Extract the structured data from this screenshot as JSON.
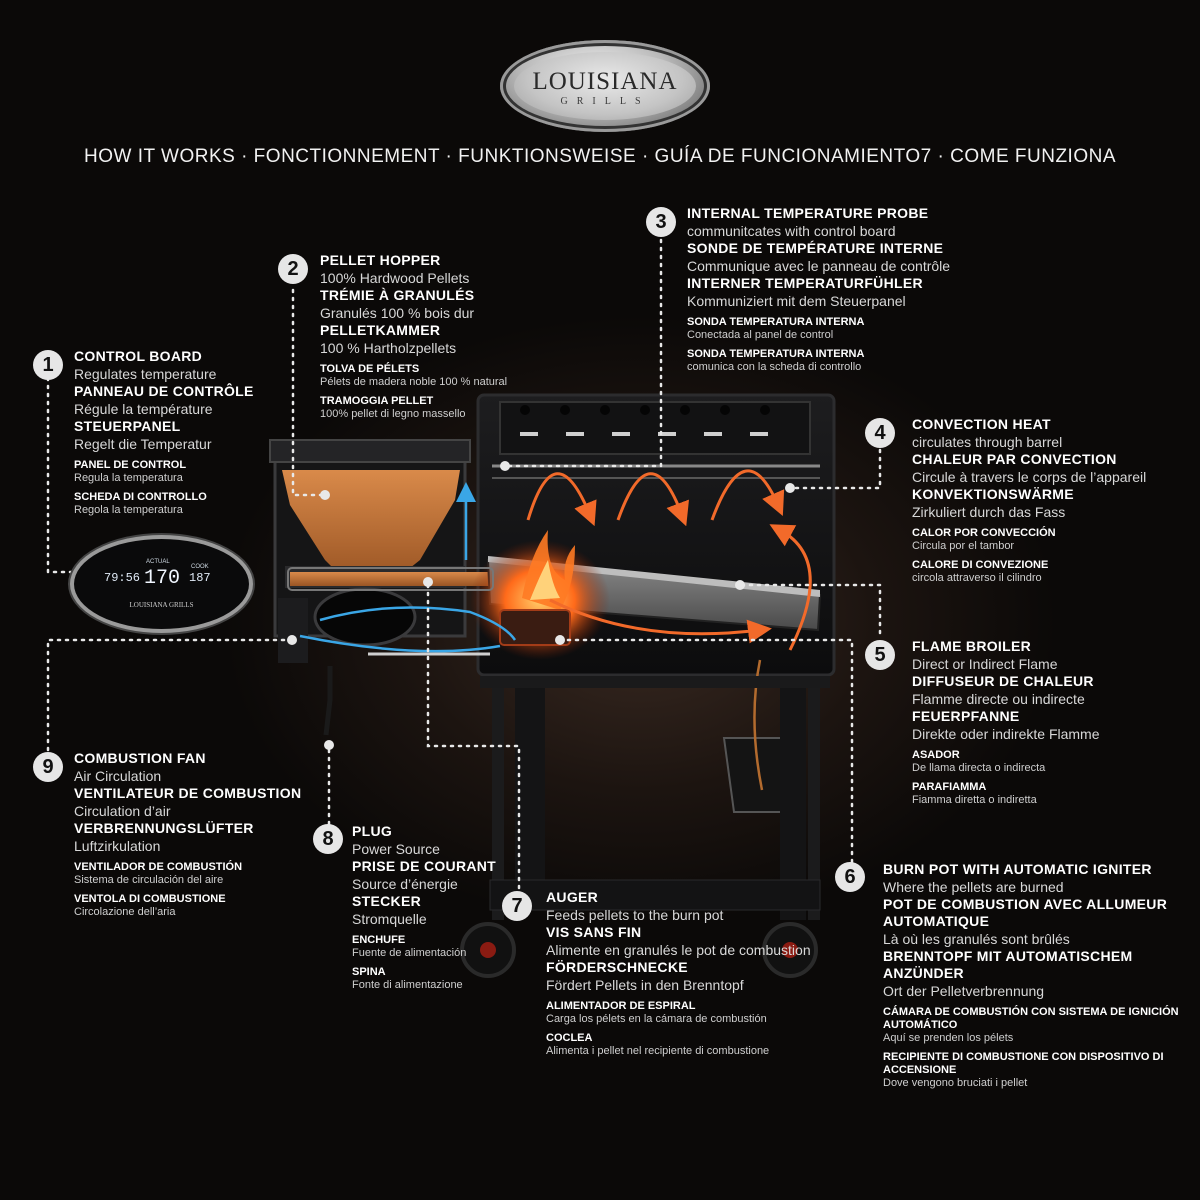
{
  "brand": {
    "name": "LOUISIANA",
    "sub": "GRILLS",
    "badge": "LOUISIANA GRILLS"
  },
  "tagline": "HOW IT WORKS · FONCTIONNEMENT · FUNKTIONSWEISE · GUÍA DE FUNCIONAMIENTO7 · COME FUNZIONA",
  "colors": {
    "accent": "#f26a2a",
    "flow": "#3aa6e6",
    "marker": "#e6e6e6"
  },
  "controller": {
    "display_time": "79:56",
    "display_actual": "170",
    "display_cook": "187",
    "label_actual": "ACTUAL",
    "label_cook": "COOK"
  },
  "callouts": [
    {
      "number": "1",
      "icon": "control-board-icon",
      "lines": [
        [
          "h",
          "CONTROL BOARD"
        ],
        [
          "d",
          "Regulates temperature"
        ],
        [
          "h",
          "PANNEAU DE CONTRÔLE"
        ],
        [
          "d",
          "Régule la température"
        ],
        [
          "h",
          "STEUERPANEL"
        ],
        [
          "d",
          "Regelt die Temperatur"
        ],
        [
          "hs",
          "PANEL DE CONTROL"
        ],
        [
          "ds",
          "Regula la temperatura"
        ],
        [
          "hs",
          "SCHEDA DI CONTROLLO"
        ],
        [
          "ds",
          "Regola la temperatura"
        ]
      ]
    },
    {
      "number": "2",
      "lines": [
        [
          "h",
          "PELLET HOPPER"
        ],
        [
          "d",
          "100% Hardwood Pellets"
        ],
        [
          "h",
          "TRÉMIE À GRANULÉS"
        ],
        [
          "d",
          "Granulés 100 % bois dur"
        ],
        [
          "h",
          "PELLETKAMMER"
        ],
        [
          "d",
          "100 % Hartholzpellets"
        ],
        [
          "hs",
          "TOLVA DE PÉLETS"
        ],
        [
          "ds",
          "Pélets de madera noble 100 % natural"
        ],
        [
          "hs",
          "TRAMOGGIA PELLET"
        ],
        [
          "ds",
          "100% pellet di legno massello"
        ]
      ]
    },
    {
      "number": "3",
      "lines": [
        [
          "h",
          "INTERNAL TEMPERATURE PROBE"
        ],
        [
          "d",
          "communitcates with control board"
        ],
        [
          "h",
          "SONDE DE TEMPÉRATURE INTERNE"
        ],
        [
          "d",
          "Communique avec le panneau de contrôle"
        ],
        [
          "h",
          "INTERNER TEMPERATURFÜHLER"
        ],
        [
          "d",
          "Kommuniziert mit dem Steuerpanel"
        ],
        [
          "hs",
          "SONDA TEMPERATURA INTERNA"
        ],
        [
          "ds",
          "Conectada al panel de control"
        ],
        [
          "hs",
          "SONDA TEMPERATURA INTERNA"
        ],
        [
          "ds",
          "comunica con la scheda di controllo"
        ]
      ]
    },
    {
      "number": "4",
      "lines": [
        [
          "h",
          "CONVECTION HEAT"
        ],
        [
          "d",
          "circulates through barrel"
        ],
        [
          "h",
          "CHALEUR PAR CONVECTION"
        ],
        [
          "d",
          "Circule à travers le corps de l’appareil"
        ],
        [
          "h",
          "KONVEKTIONSWÄRME"
        ],
        [
          "d",
          "Zirkuliert durch das Fass"
        ],
        [
          "hs",
          "CALOR POR CONVECCIÓN"
        ],
        [
          "ds",
          "Circula por el tambor"
        ],
        [
          "hs",
          "CALORE DI CONVEZIONE"
        ],
        [
          "ds",
          "circola attraverso il cilindro"
        ]
      ]
    },
    {
      "number": "5",
      "lines": [
        [
          "h",
          "FLAME BROILER"
        ],
        [
          "d",
          "Direct or Indirect Flame"
        ],
        [
          "h",
          "DIFFUSEUR DE CHALEUR"
        ],
        [
          "d",
          "Flamme directe ou indirecte"
        ],
        [
          "h",
          "FEUERPFANNE"
        ],
        [
          "d",
          "Direkte oder indirekte Flamme"
        ],
        [
          "hs",
          "ASADOR"
        ],
        [
          "ds",
          "De llama directa o indirecta"
        ],
        [
          "hs",
          "PARAFIAMMA"
        ],
        [
          "ds",
          "Fiamma diretta o indiretta"
        ]
      ]
    },
    {
      "number": "6",
      "lines": [
        [
          "h",
          "BURN POT WITH AUTOMATIC IGNITER"
        ],
        [
          "d",
          "Where the pellets are burned"
        ],
        [
          "h",
          "POT DE COMBUSTION AVEC ALLUMEUR AUTOMATIQUE"
        ],
        [
          "d",
          "Là où les granulés sont brûlés"
        ],
        [
          "h",
          "BRENNTOPF MIT AUTOMATISCHEM ANZÜNDER"
        ],
        [
          "d",
          "Ort der Pelletverbrennung"
        ],
        [
          "hs",
          "CÁMARA DE COMBUSTIÓN CON SISTEMA DE IGNICIÓN AUTOMÁTICO"
        ],
        [
          "ds",
          "Aquí se prenden los pélets"
        ],
        [
          "hs",
          "RECIPIENTE DI COMBUSTIONE CON DISPOSITIVO DI ACCENSIONE"
        ],
        [
          "ds",
          "Dove vengono bruciati i pellet"
        ]
      ]
    },
    {
      "number": "7",
      "lines": [
        [
          "h",
          "AUGER"
        ],
        [
          "d",
          "Feeds pellets to the burn pot"
        ],
        [
          "h",
          "VIS SANS FIN"
        ],
        [
          "d",
          "Alimente en granulés le pot de combustion"
        ],
        [
          "h",
          "FÖRDERSCHNECKE"
        ],
        [
          "d",
          "Fördert Pellets in den Brenntopf"
        ],
        [
          "hs",
          "ALIMENTADOR DE ESPIRAL"
        ],
        [
          "ds",
          "Carga los pélets en la cámara de combustión"
        ],
        [
          "hs",
          "COCLEA"
        ],
        [
          "ds",
          "Alimenta i pellet nel recipiente di combustione"
        ]
      ]
    },
    {
      "number": "8",
      "lines": [
        [
          "h",
          "PLUG"
        ],
        [
          "d",
          "Power Source"
        ],
        [
          "h",
          "PRISE DE COURANT"
        ],
        [
          "d",
          "Source d’énergie"
        ],
        [
          "h",
          "STECKER"
        ],
        [
          "d",
          "Stromquelle"
        ],
        [
          "hs",
          "ENCHUFE"
        ],
        [
          "ds",
          "Fuente de alimentación"
        ],
        [
          "hs",
          "SPINA"
        ],
        [
          "ds",
          "Fonte di alimentazione"
        ]
      ]
    },
    {
      "number": "9",
      "lines": [
        [
          "h",
          "COMBUSTION FAN"
        ],
        [
          "d",
          "Air Circulation"
        ],
        [
          "h",
          "VENTILATEUR DE COMBUSTION"
        ],
        [
          "d",
          "Circulation d’air"
        ],
        [
          "h",
          "VERBRENNUNGSLÜFTER"
        ],
        [
          "d",
          "Luftzirkulation"
        ],
        [
          "hs",
          "VENTILADOR DE COMBUSTIÓN"
        ],
        [
          "ds",
          "Sistema de circulación del aire"
        ],
        [
          "hs",
          "VENTOLA DI COMBUSTIONE"
        ],
        [
          "ds",
          "Circolazione dell’aria"
        ]
      ]
    }
  ]
}
